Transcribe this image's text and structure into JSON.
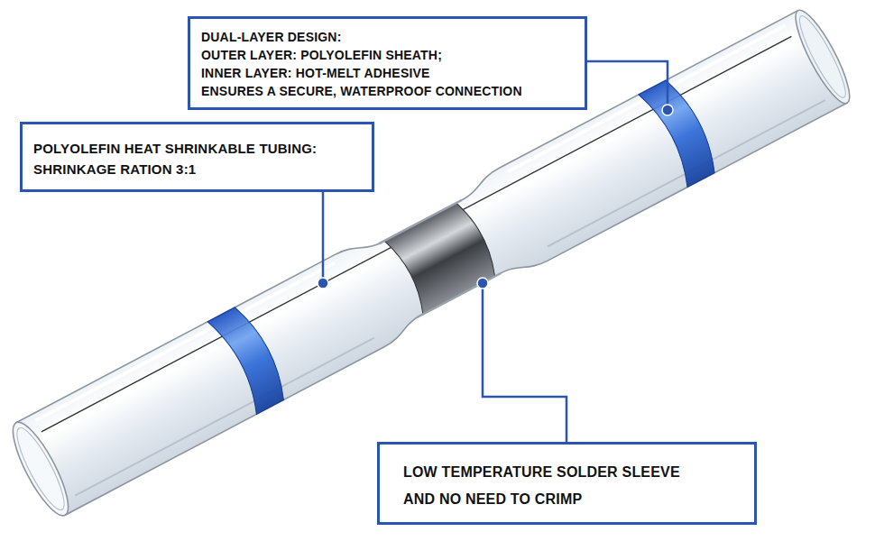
{
  "diagram": {
    "nodes": [
      {
        "text": [
          "DUAL-LAYER DESIGN:",
          "OUTER LAYER: POLYOLEFIN SHEATH;",
          "INNER LAYER: HOT-MELT ADHESIVE",
          "ENSURES A SECURE, WATERPROOF CONNECTION"
        ]
      },
      {
        "text": [
          "POLYOLEFIN HEAT SHRINKABLE TUBING:",
          "SHRINKAGE RATION 3:1"
        ]
      },
      {
        "text": [
          "LOW TEMPERATURE SOLDER SLEEVE AND NO NEED TO CRIMP"
        ]
      }
    ]
  }
}
